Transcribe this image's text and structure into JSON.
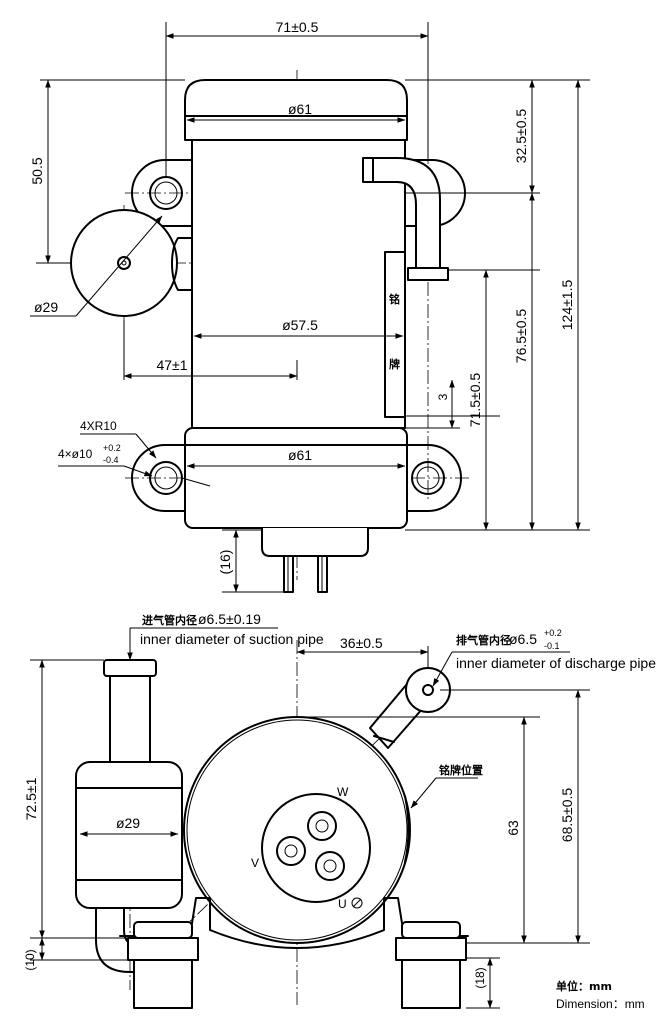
{
  "top_view": {
    "dim_width_total": "71±0.5",
    "dim_top_cap_dia": "ø61",
    "dim_body_dia": "ø57.5",
    "dim_base_dia": "ø61",
    "dim_height_total": "124±1.5",
    "dim_top_to_discharge": "32.5±0.5",
    "dim_discharge_to_bottom": "76.5±0.5",
    "dim_plate_to_bottom": "71.5±0.5",
    "dim_small_gap": "3",
    "dim_left_top_offset": "50.5",
    "dim_accumulator_dia": "ø29",
    "dim_center_offset": "47±1",
    "dim_fillet": "4XR10",
    "dim_hole_main": "4×ø10",
    "dim_hole_tol_upper": "+0.2",
    "dim_hole_tol_lower": "-0.4",
    "dim_terminal_len": "(16)",
    "nameplate_char_1": "铭",
    "nameplate_char_2": "牌"
  },
  "side_view": {
    "suction_label_cn": "进气管内径",
    "suction_value": "ø6.5±0.19",
    "suction_label_en": "inner diameter of suction pipe",
    "discharge_label_cn": "排气管内径",
    "discharge_value": "ø6.5",
    "discharge_tol_upper": "+0.2",
    "discharge_tol_lower": "-0.1",
    "discharge_label_en": "inner diameter of discharge pipe",
    "dim_offset_36": "36±0.5",
    "dim_height_72": "72.5±1",
    "dim_accumulator_dia": "ø29",
    "dim_height_63": "63",
    "dim_height_68": "68.5±0.5",
    "dim_bottom_10": "(10)",
    "dim_bottom_18": "(18)",
    "nameplate_pos_cn": "铭牌位置",
    "terminal_w": "W",
    "terminal_v": "V",
    "terminal_u": "U"
  },
  "units": {
    "unit_cn": "单位：mm",
    "unit_en": "Dimension：mm"
  }
}
